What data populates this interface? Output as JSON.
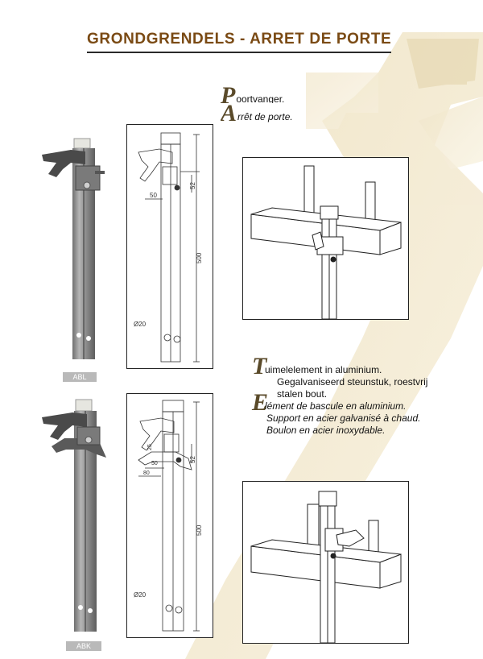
{
  "header": {
    "title": "GRONDGRENDELS - ARRET DE PORTE"
  },
  "block1": {
    "nl_cap": "P",
    "nl_rest": "oortvanger.",
    "fr_cap": "A",
    "fr_rest": "rrêt de porte."
  },
  "block2": {
    "nl_cap": "T",
    "nl_lines": [
      "uimelelement in aluminium.",
      "Gegalvaniseerd steunstuk, roestvrij",
      "stalen bout."
    ],
    "fr_cap": "E",
    "fr_lines": [
      "lément de bascule en aluminium.",
      "Support en acier galvanisé à chaud.",
      "Boulon en acier inoxydable."
    ]
  },
  "products": [
    {
      "code": "ABL",
      "dims": {
        "w": "50",
        "h": "52",
        "len": "500",
        "dia": "Ø20"
      }
    },
    {
      "code": "ABK",
      "dims": {
        "a": "25",
        "w": "50",
        "b": "80",
        "h": "52",
        "len": "500",
        "dia": "Ø20"
      }
    }
  ]
}
